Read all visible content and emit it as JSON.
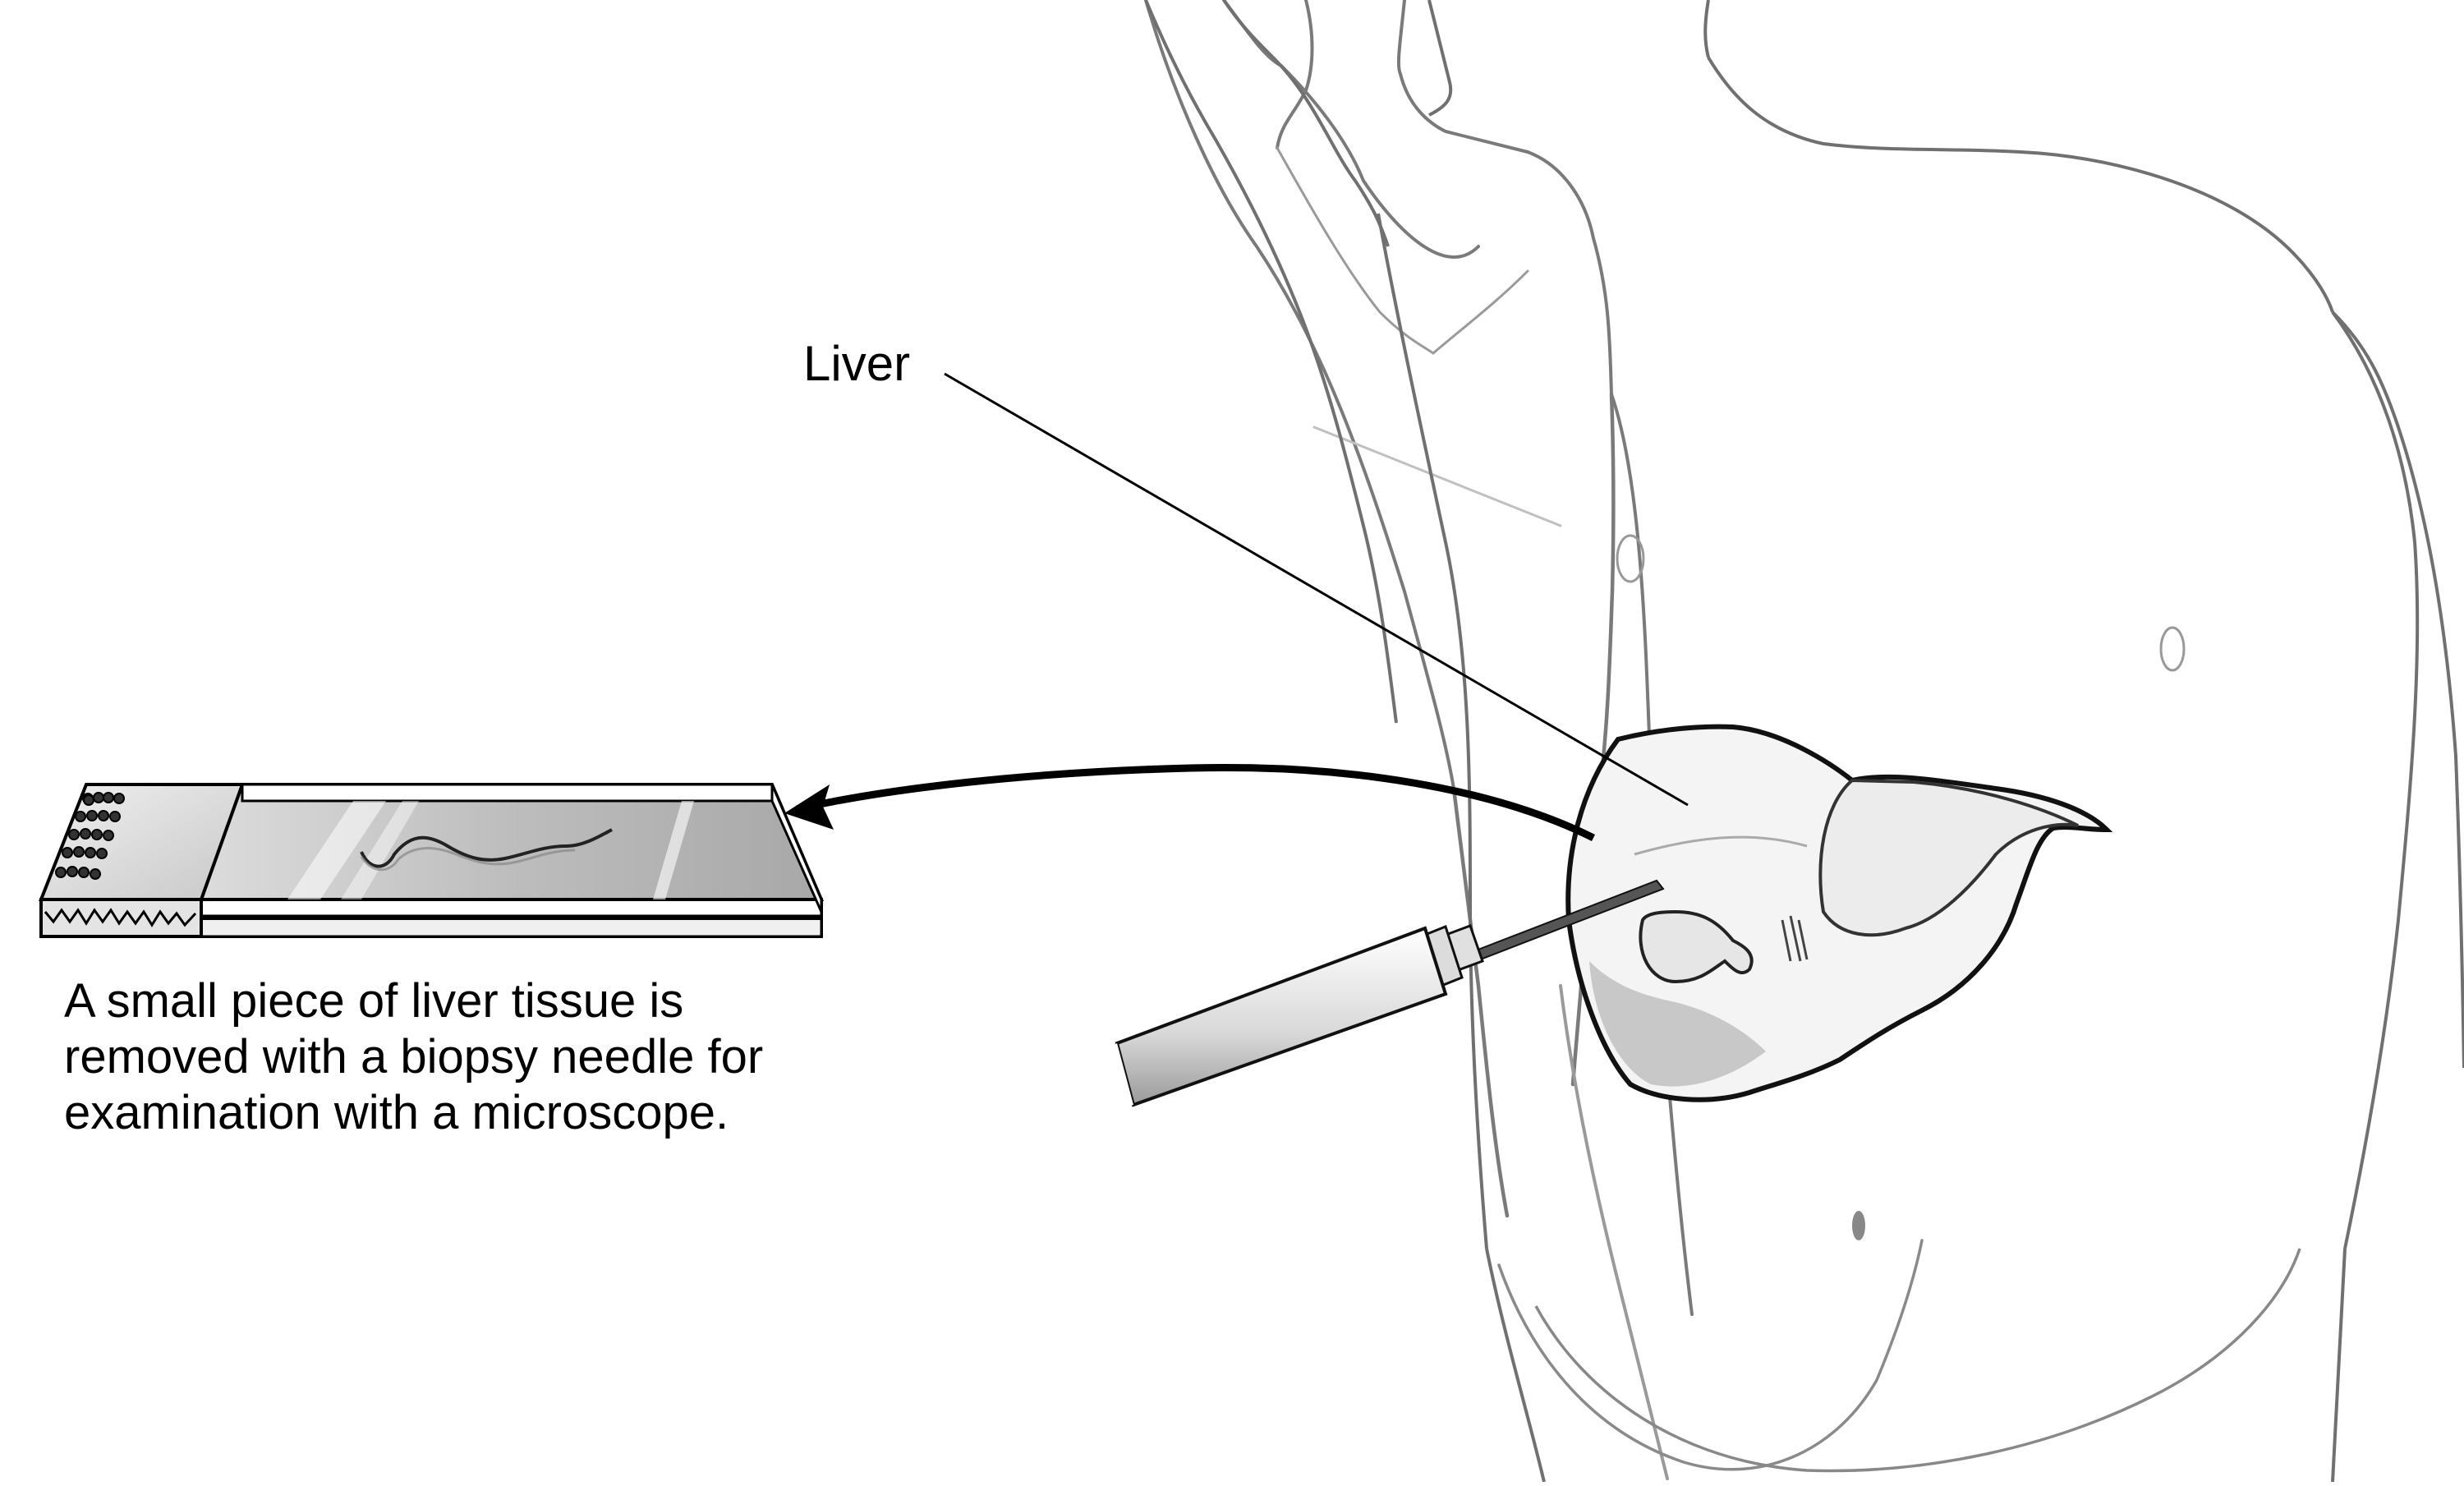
{
  "figure": {
    "subject": "Liver biopsy illustration",
    "labels": {
      "liver": "Liver"
    },
    "caption": {
      "lines": [
        "A small piece of liver tissue is",
        "removed with a biopsy needle for",
        "examination with a microscope."
      ]
    },
    "elements": [
      {
        "name": "torso-drawing",
        "description": "pencil drawing of a human torso with right arm raised"
      },
      {
        "name": "liver-cutaway",
        "description": "cutaway showing the liver inside the upper right abdomen"
      },
      {
        "name": "biopsy-needle",
        "description": "syringe with biopsy needle inserted into liver"
      },
      {
        "name": "arrow",
        "description": "curved arrow from liver to microscope slide"
      },
      {
        "name": "microscope-slide",
        "description": "glass slide with tissue sample and frosted label end"
      }
    ],
    "colors": {
      "line": "#000000",
      "pencil": "#8a8a8a",
      "slide_glass": "#b8b8b8",
      "background": "#ffffff"
    }
  }
}
